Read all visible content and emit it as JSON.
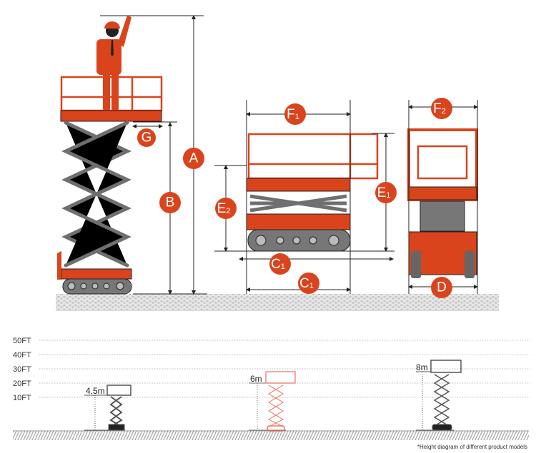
{
  "dimensions": {
    "A": "A",
    "B": "B",
    "G": "G",
    "F1": {
      "letter": "F",
      "sub": "1"
    },
    "E1": {
      "letter": "E",
      "sub": "1"
    },
    "E2": {
      "letter": "E",
      "sub": "2"
    },
    "C1a": {
      "letter": "C",
      "sub": "1"
    },
    "C1b": {
      "letter": "C",
      "sub": "1"
    },
    "F2": {
      "letter": "F",
      "sub": "2"
    },
    "D": "D"
  },
  "height_chart": {
    "ticks": [
      "50FT",
      "40FT",
      "30FT",
      "20FT",
      "10FT"
    ],
    "models": [
      {
        "label": "4.5m",
        "color": "#555555"
      },
      {
        "label": "6m",
        "color": "#e8503a"
      },
      {
        "label": "8m",
        "color": "#555555"
      }
    ],
    "caption": "*Height diagram of different product models"
  },
  "colors": {
    "accent": "#d9441c",
    "steel": "#6f6f6f"
  }
}
